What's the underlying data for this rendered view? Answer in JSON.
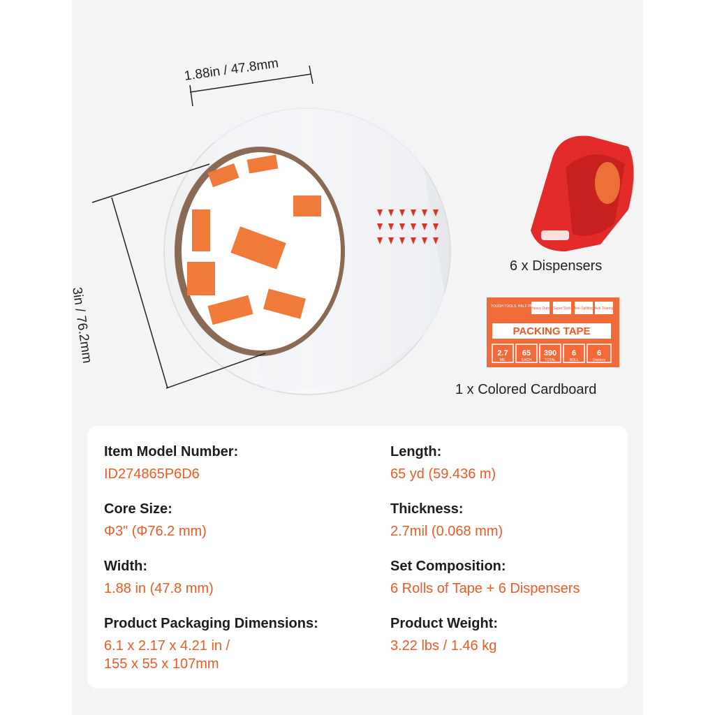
{
  "dimensions": {
    "width_label": "1.88in / 47.8mm",
    "diameter_label": "3in / 76.2mm"
  },
  "accessories": {
    "dispensers_caption": "6 x Dispensers",
    "cardboard_caption": "1 x Colored Cardboard"
  },
  "cardboard": {
    "brand_line": "TOUGH TOOLS, HALF PRICE",
    "title": "PACKING TAPE",
    "features": [
      "Heavy Duty",
      "Super Stick",
      "Anti-Splitting",
      "Anti-Tearing"
    ],
    "stats": [
      {
        "value": "2.7",
        "unit": "MIL"
      },
      {
        "value": "65",
        "unit": "EACH"
      },
      {
        "value": "390",
        "unit": "TOTAL"
      },
      {
        "value": "6",
        "unit": "ROLL"
      },
      {
        "value": "6",
        "unit": "Dividers"
      }
    ]
  },
  "specs": [
    {
      "label": "Item Model Number:",
      "value": "ID274865P6D6"
    },
    {
      "label": "Length:",
      "value": "65 yd (59.436 m)"
    },
    {
      "label": "Core Size:",
      "value": "Φ3\" (Φ76.2 mm)"
    },
    {
      "label": "Thickness:",
      "value": "2.7mil (0.068 mm)"
    },
    {
      "label": "Width:",
      "value": "1.88 in (47.8 mm)"
    },
    {
      "label": "Set Composition:",
      "value": "6 Rolls of Tape + 6 Dispensers"
    },
    {
      "label": "Product Packaging Dimensions:",
      "value": "6.1 x 2.17 x 4.21 in /",
      "value2": "155 x 55 x 107mm"
    },
    {
      "label": "Product Weight:",
      "value": "3.22 lbs / 1.46 kg"
    }
  ],
  "colors": {
    "accent": "#ee5a24",
    "core_orange": "#f07a3a",
    "dispenser_red": "#e32b2b",
    "panel_bg": "#f4f4f5"
  }
}
